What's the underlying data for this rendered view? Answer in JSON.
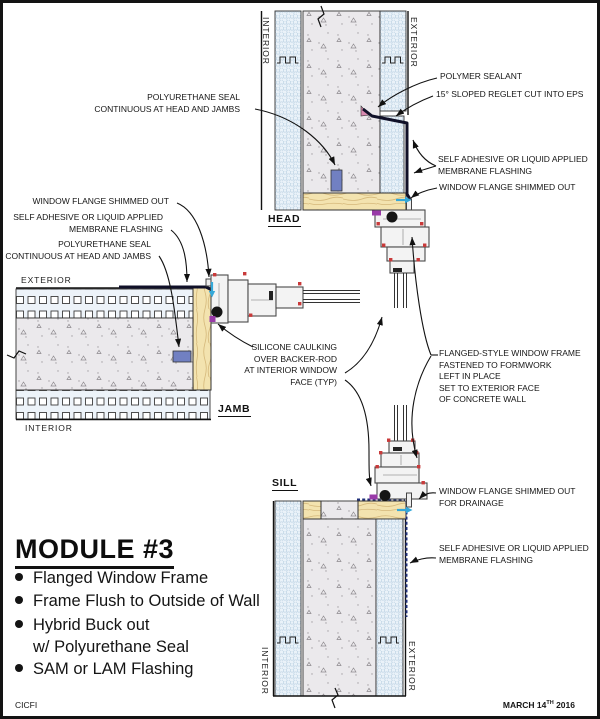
{
  "drawing": {
    "details": {
      "head": {
        "title": "HEAD",
        "callouts": {
          "polymer_sealant": "POLYMER SEALANT",
          "reglet": "15° SLOPED REGLET CUT INTO EPS",
          "membrane": "SELF ADHESIVE OR LIQUID APPLIED\nMEMBRANE FLASHING",
          "flange": "WINDOW FLANGE SHIMMED OUT",
          "poly_seal": "POLYURETHANE SEAL\nCONTINUOUS AT HEAD AND JAMBS"
        }
      },
      "jamb": {
        "title": "JAMB",
        "callouts": {
          "flange": "WINDOW FLANGE SHIMMED OUT",
          "membrane": "SELF ADHESIVE OR LIQUID APPLIED\nMEMBRANE FLASHING",
          "poly_seal": "POLYURETHANE SEAL\nCONTINUOUS AT HEAD AND JAMBS",
          "silicone": "SILICONE CAULKING\nOVER BACKER-ROD\nAT INTERIOR WINDOW\nFACE (TYP)"
        }
      },
      "sill": {
        "title": "SILL",
        "callouts": {
          "flange": "WINDOW FLANGE SHIMMED OUT\nFOR DRAINAGE",
          "membrane": "SELF ADHESIVE OR LIQUID APPLIED\nMEMBRANE FLASHING"
        }
      },
      "window": {
        "flanged_frame": "FLANGED-STYLE WINDOW FRAME\nFASTENED TO FORMWORK\nLEFT IN PLACE\nSET TO EXTERIOR FACE\nOF CONCRETE WALL"
      }
    },
    "orientation": {
      "interior": "INTERIOR",
      "exterior": "EXTERIOR"
    }
  },
  "title_block": {
    "module_title": "MODULE #3",
    "bullet_items": [
      "Flanged Window Frame",
      "Frame Flush to Outside of Wall",
      "Hybrid Buck out",
      "w/ Polyurethane Seal",
      "SAM or LAM Flashing"
    ]
  },
  "footer": {
    "author": "CICFI",
    "date_main": "MARCH 14",
    "date_ordinal": "TH",
    "date_year": "2016"
  },
  "colors": {
    "eps_insulation": "#eaf2f9",
    "concrete": "#ebe9ec",
    "wood_buck": "#f3e3af",
    "membrane_flashing": "#101028",
    "polyurethane_seal": "#7180c2",
    "silicone_seal": "#993aa8",
    "fastener_accent": "#c93a3a",
    "shim_arrow": "#35a8d8"
  }
}
